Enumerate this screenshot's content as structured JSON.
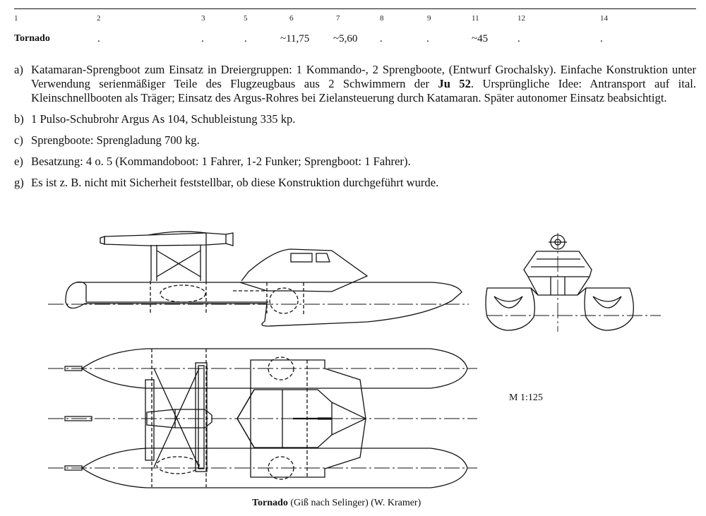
{
  "table": {
    "columns": [
      "1",
      "2",
      "3",
      "5",
      "6",
      "7",
      "8",
      "9",
      "11",
      "12",
      "14"
    ],
    "row": {
      "name": "Tornado",
      "values": [
        ".",
        ".",
        ".",
        "~11,75",
        "~5,60",
        ".",
        ".",
        "~45",
        ".",
        "."
      ]
    }
  },
  "notes": [
    {
      "marker": "a)",
      "text": "Katamaran-Sprengboot zum Einsatz in Dreiergruppen: 1 Kommando-, 2 Sprengboote, (Entwurf Grochalsky). Einfache Konstruktion unter Verwendung serienmäßiger Teile des Flugzeugbaus aus 2 Schwimmern der ",
      "bold": "Ju 52",
      "text_after": ". Ursprüngliche Idee: Antransport auf ital. Kleinschnellbooten als Träger; Einsatz des Argus-Rohres bei Zielansteuerung durch Katamaran. Später autonomer Einsatz beabsichtigt."
    },
    {
      "marker": "b)",
      "text": "1 Pulso-Schubrohr Argus As 104, Schubleistung 335 kp."
    },
    {
      "marker": "c)",
      "text": "Sprengboote: Sprengladung 700 kg."
    },
    {
      "marker": "e)",
      "text": "Besatzung: 4 o. 5 (Kommandoboot: 1 Fahrer, 1-2 Funker; Sprengboot: 1 Fahrer)."
    },
    {
      "marker": "g)",
      "text": "Es ist z. B. nicht mit Sicherheit feststellbar, ob diese Konstruktion durchgeführt wurde."
    }
  ],
  "scale_label": "M 1:125",
  "caption": {
    "bold": "Tornado",
    "text": " (Giß nach Selinger)   (W. Kramer)"
  }
}
